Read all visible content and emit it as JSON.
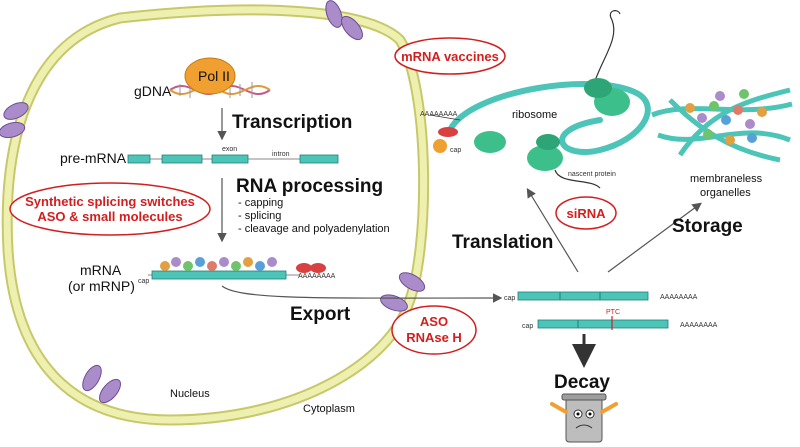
{
  "labels": {
    "pol2": "Pol II",
    "gdna": "gDNA",
    "transcription": "Transcription",
    "pre_mrna": "pre-mRNA",
    "exon": "exon",
    "intron": "intron",
    "rna_processing": "RNA processing",
    "processing_steps": [
      "- capping",
      "- splicing",
      "- cleavage and polyadenylation"
    ],
    "mrna": "mRNA",
    "mrnp": "(or mRNP)",
    "cap": "cap",
    "polya": "AAAAAAAA",
    "export": "Export",
    "nucleus": "Nucleus",
    "cytoplasm": "Cytoplasm",
    "ribosome": "ribosome",
    "nascent_protein": "nascent protein",
    "membraneless": "membraneless",
    "organelles": "organelles",
    "translation": "Translation",
    "storage": "Storage",
    "decay": "Decay",
    "ptc": "PTC"
  },
  "therapeutics": {
    "splicing_line1": "Synthetic splicing switches",
    "splicing_line2": "ASO & small molecules",
    "mrna_vaccines": "mRNA vaccines",
    "sirna": "siRNA",
    "aso": "ASO",
    "rnase_h": "RNAse H"
  },
  "colors": {
    "therapy_red": "#d41e1e",
    "rna_teal": "#4cc4b8",
    "ribosome_green": "#3cbf8a",
    "membrane_yellow": "#eef0b0",
    "pore_purple": "#a98cc9",
    "pol2_orange": "#f0a030"
  },
  "icons": [
    "dna-helix-icon",
    "ribosome-icon",
    "trash-can-icon",
    "nuclear-pore-icon"
  ]
}
